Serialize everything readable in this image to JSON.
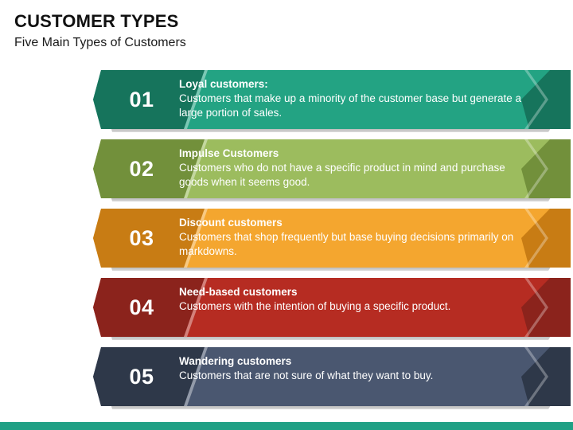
{
  "header": {
    "title": "CUSTOMER TYPES",
    "subtitle": "Five Main Types of Customers"
  },
  "colors": {
    "background": "#ffffff",
    "title_text": "#111111",
    "footer_bar": "#20A085",
    "banner_text": "#ffffff"
  },
  "footer": {
    "accent_color": "#20A085"
  },
  "banners": [
    {
      "number": "01",
      "heading": "Loyal customers:",
      "description": "Customers that make up a minority of the customer base but generate a large portion of sales.",
      "body_color": "#23A383",
      "dark_color": "#16745C"
    },
    {
      "number": "02",
      "heading": "Impulse Customers",
      "description": "Customers who do not have a specific product in mind and purchase goods when it seems good.",
      "body_color": "#9CBC5E",
      "dark_color": "#72903B"
    },
    {
      "number": "03",
      "heading": "Discount customers",
      "description": "Customers that shop frequently but base buying decisions primarily on markdowns.",
      "body_color": "#F4A62F",
      "dark_color": "#C87C14"
    },
    {
      "number": "04",
      "heading": "Need-based customers",
      "description": "Customers with the intention of buying a specific product.",
      "body_color": "#B62C22",
      "dark_color": "#8B231C"
    },
    {
      "number": "05",
      "heading": "Wandering customers",
      "description": "Customers that are not sure of what they want to buy.",
      "body_color": "#4A5770",
      "dark_color": "#2E3849"
    }
  ]
}
